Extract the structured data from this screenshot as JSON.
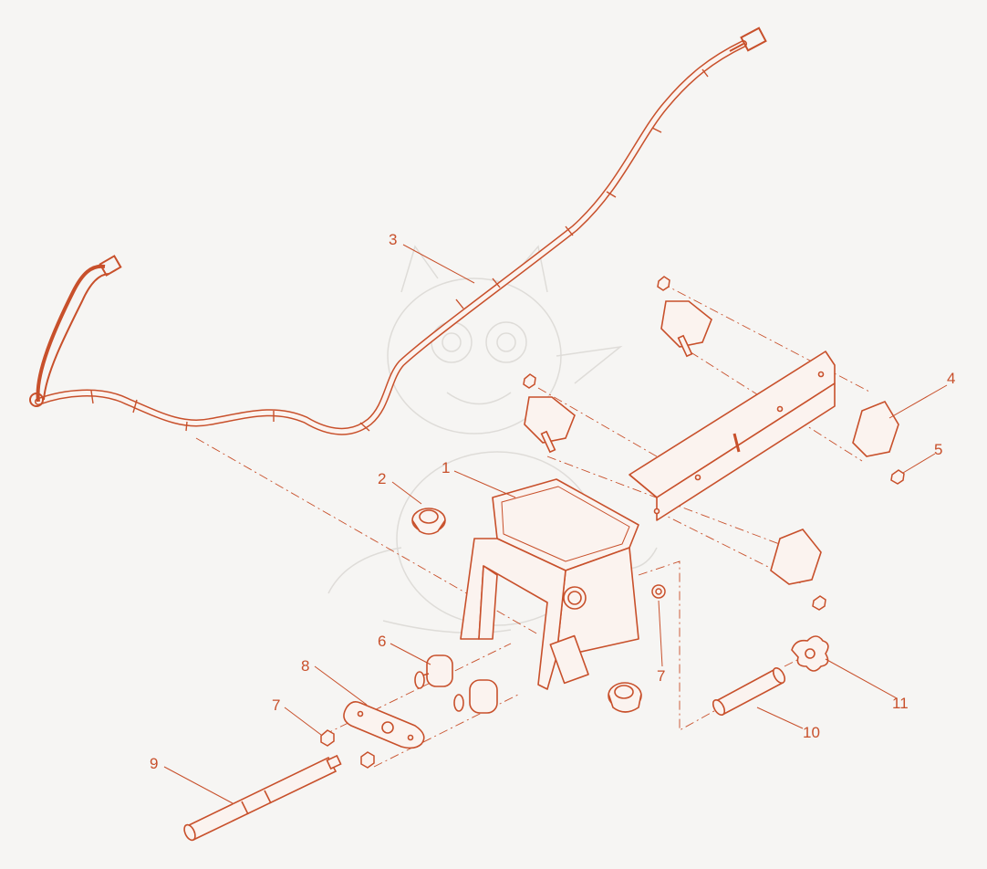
{
  "colors": {
    "background": "#f6f5f3",
    "line": "#c8502b",
    "line_light": "#e2a58d",
    "fill": "#fbf3ef",
    "watermark": "#d9d6d2"
  },
  "callouts": [
    {
      "id": "label-1",
      "text": "1"
    },
    {
      "id": "label-2",
      "text": "2"
    },
    {
      "id": "label-3",
      "text": "3"
    },
    {
      "id": "label-4",
      "text": "4"
    },
    {
      "id": "label-5",
      "text": "5"
    },
    {
      "id": "label-6",
      "text": "6"
    },
    {
      "id": "label-7a",
      "text": "7"
    },
    {
      "id": "label-7b",
      "text": "7"
    },
    {
      "id": "label-8",
      "text": "8"
    },
    {
      "id": "label-9",
      "text": "9"
    },
    {
      "id": "label-10",
      "text": "10"
    },
    {
      "id": "label-11",
      "text": "11"
    }
  ]
}
